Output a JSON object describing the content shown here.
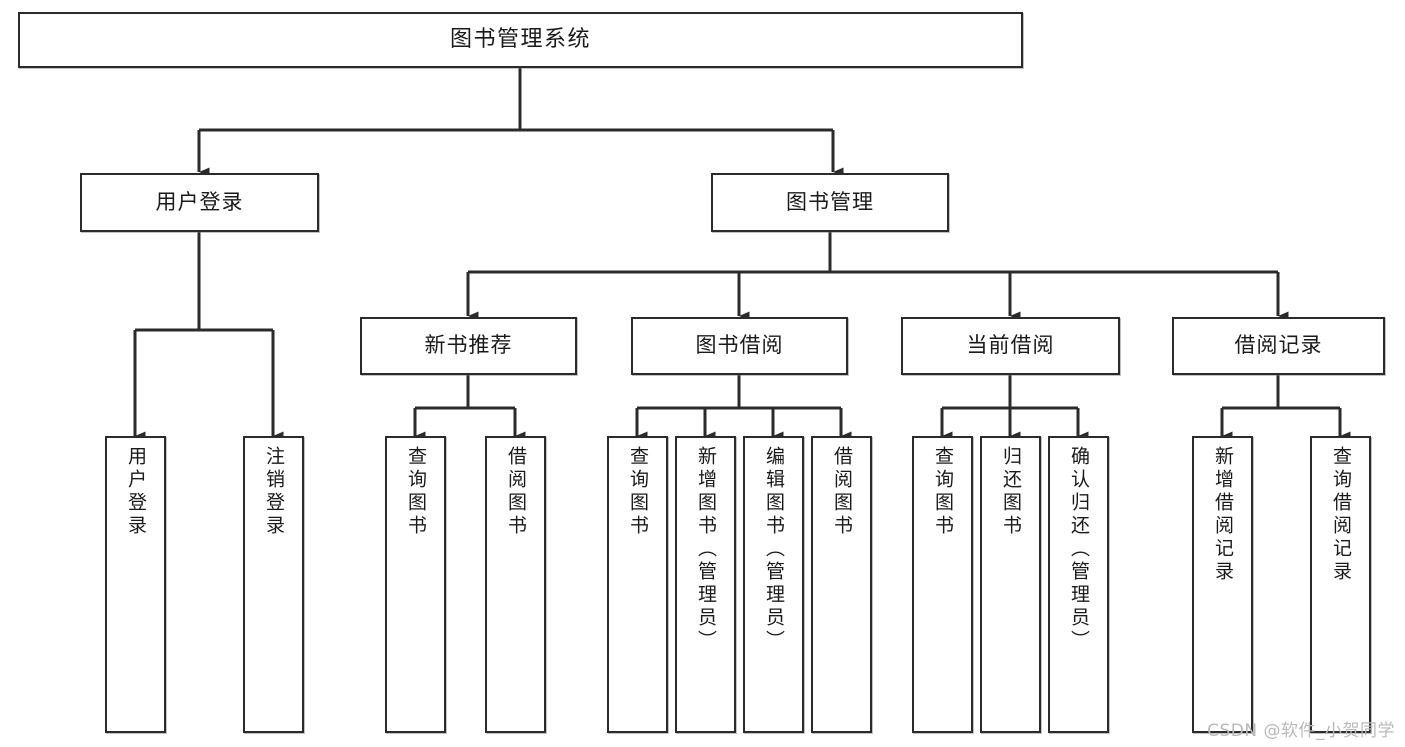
{
  "diagram": {
    "title": "图书管理系统",
    "type": "function-structure-tree",
    "colors": {
      "node_border": "#2b2b2b",
      "node_fill": "#ffffff",
      "edge": "#2b2b2b",
      "background": "#ffffff",
      "watermark": "#b9b9b9"
    },
    "root": {
      "label": "图书管理系统"
    },
    "level2": [
      {
        "label": "用户登录"
      },
      {
        "label": "图书管理"
      }
    ],
    "level3": [
      {
        "label": "新书推荐"
      },
      {
        "label": "图书借阅"
      },
      {
        "label": "当前借阅"
      },
      {
        "label": "借阅记录"
      }
    ],
    "leaves": {
      "user_login": [
        {
          "label": "用户登录"
        },
        {
          "label": "注销登录"
        }
      ],
      "new_book": [
        {
          "label": "查询图书"
        },
        {
          "label": "借阅图书"
        }
      ],
      "book_borrow": [
        {
          "label": "查询图书"
        },
        {
          "label": "新增图书（管理员）"
        },
        {
          "label": "编辑图书（管理员）"
        },
        {
          "label": "借阅图书"
        }
      ],
      "current_borrow": [
        {
          "label": "查询图书"
        },
        {
          "label": "归还图书"
        },
        {
          "label": "确认归还（管理员）"
        }
      ],
      "borrow_record": [
        {
          "label": "新增借阅记录"
        },
        {
          "label": "查询借阅记录"
        }
      ]
    },
    "watermark": "CSDN @软件_小贺同学"
  }
}
